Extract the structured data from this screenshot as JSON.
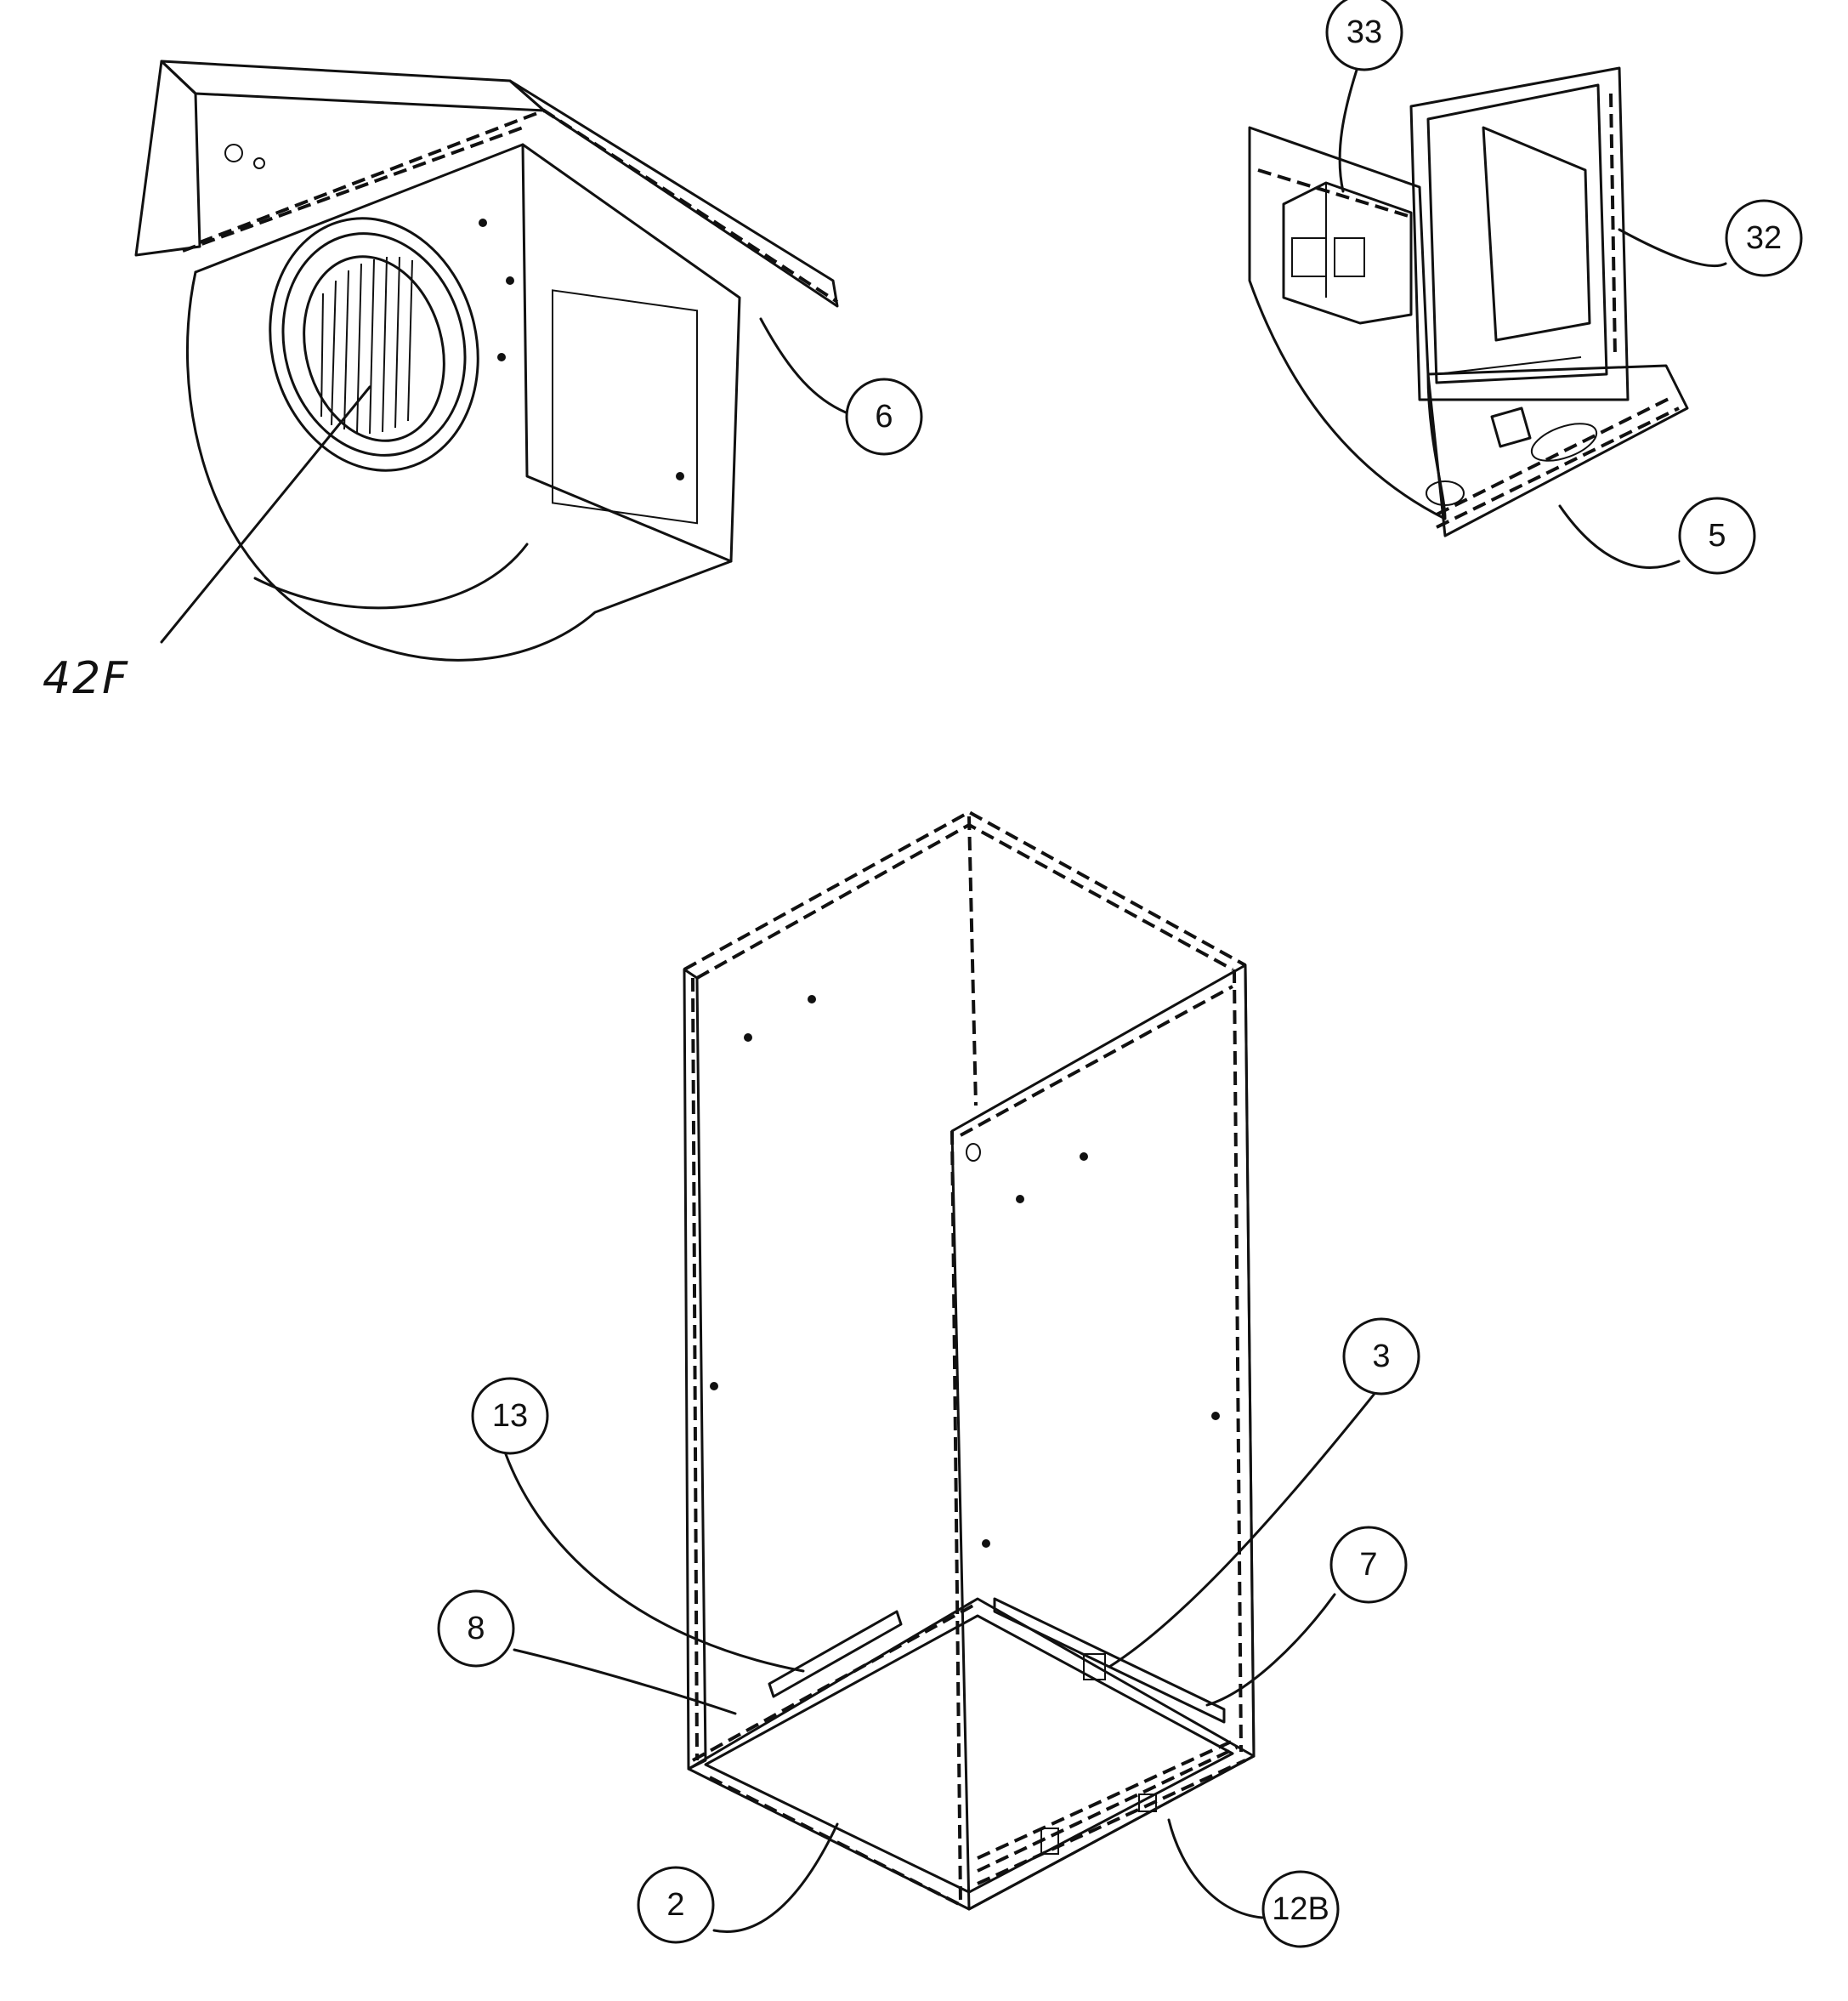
{
  "callouts": {
    "c33": "33",
    "c32": "32",
    "c6": "6",
    "c5": "5",
    "c42f": "42F",
    "c3": "3",
    "c13": "13",
    "c7": "7",
    "c8": "8",
    "c2": "2",
    "c12b": "12B"
  }
}
